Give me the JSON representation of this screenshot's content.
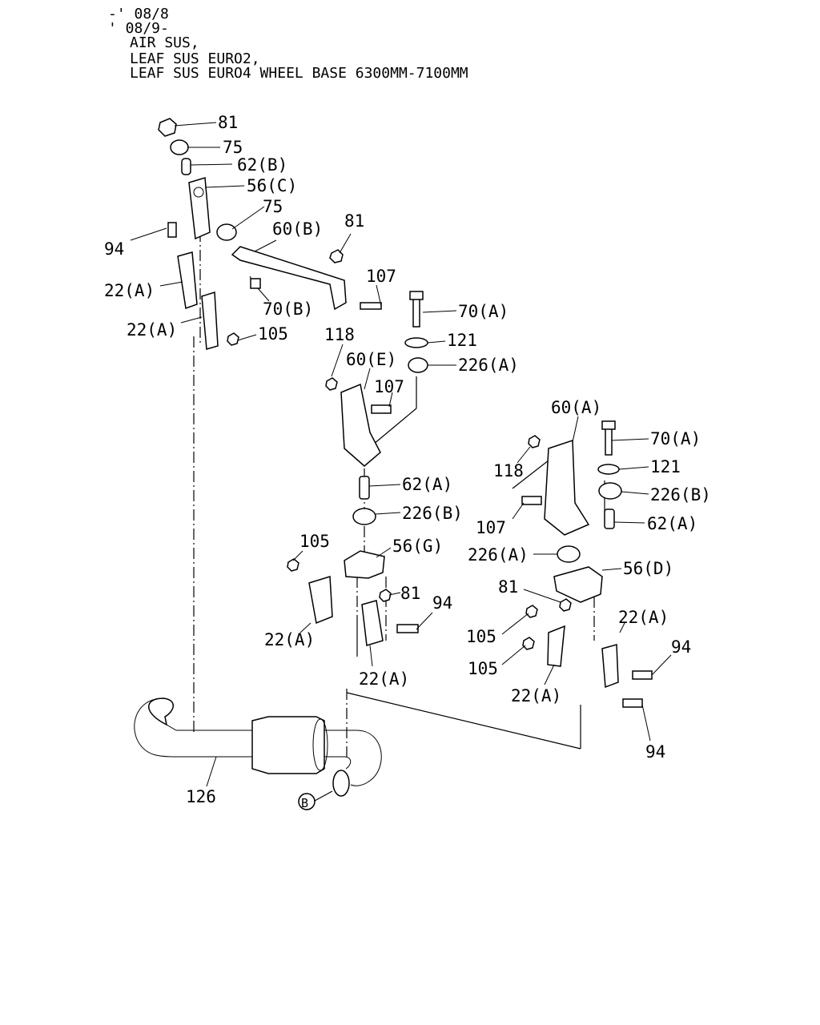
{
  "header": {
    "line1": "-' 08/8",
    "line2": "' 08/9-",
    "line3": "AIR SUS,",
    "line4": "LEAF SUS EURO2,",
    "line5": "LEAF SUS EURO4 WHEEL BASE 6300MM-7100MM"
  },
  "callouts": {
    "c81a": "81",
    "c75a": "75",
    "c62b": "62(B)",
    "c56c": "56(C)",
    "c75b": "75",
    "c60b": "60(B)",
    "c81b": "81",
    "c94a": "94",
    "c107a": "107",
    "c22a1": "22(A)",
    "c70b": "70(B)",
    "c70a1": "70(A)",
    "c22a2": "22(A)",
    "c105a": "105",
    "c118a": "118",
    "c121a": "121",
    "c60e": "60(E)",
    "c226a1": "226(A)",
    "c107b": "107",
    "c60a": "60(A)",
    "c70a2": "70(A)",
    "c118b": "118",
    "c121b": "121",
    "c226b2": "226(B)",
    "c62a1": "62(A)",
    "c107c": "107",
    "c62a2": "62(A)",
    "c226b1": "226(B)",
    "c105b": "105",
    "c56g": "56(G)",
    "c226a2": "226(A)",
    "c56d": "56(D)",
    "c81c": "81",
    "c81d": "81",
    "c94b": "94",
    "c22a3": "22(A)",
    "c105c": "105",
    "c22a4": "22(A)",
    "c22a5": "22(A)",
    "c94c": "94",
    "c105d": "105",
    "c22a6": "22(A)",
    "c94d": "94",
    "c126": "126",
    "ref_b": "B"
  }
}
